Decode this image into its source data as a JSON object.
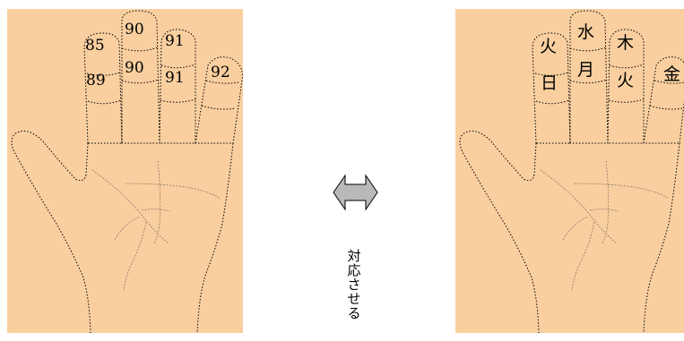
{
  "left_hand": {
    "values": {
      "index_top": "85",
      "index_bottom": "89",
      "middle_top": "90",
      "middle_bottom": "90",
      "ring_top": "91",
      "ring_bottom": "91",
      "little_top": "92"
    }
  },
  "right_hand": {
    "labels": {
      "index_top": "火",
      "index_bottom": "日",
      "middle_top": "水",
      "middle_bottom": "月",
      "ring_top": "木",
      "ring_bottom": "火",
      "little_top": "金"
    }
  },
  "connector": {
    "caption_chars": [
      "対",
      "応",
      "さ",
      "せ",
      "る"
    ]
  },
  "colors": {
    "panel_bg": "#f9cf9f",
    "arrow_fill": "#b9b9b9",
    "outline": "#000000",
    "palm_lines": "#8a7a68"
  }
}
